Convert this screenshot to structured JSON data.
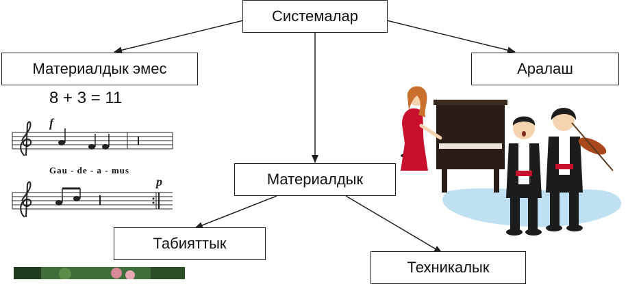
{
  "nodes": {
    "root": "Системалар",
    "non_material": "Материалдык эмес",
    "mixed": "Аралаш",
    "material": "Материалдык",
    "natural": "Табияттык",
    "technical": "Техникалык"
  },
  "example": {
    "equation": "8 + 3 = 11",
    "lyric": "Gau - de - a  -  mus",
    "dynamic_f": "f",
    "dynamic_p": "p"
  },
  "colors": {
    "line": "#222222",
    "dress": "#c8102e",
    "piano": "#2a1c16",
    "suit": "#1c1c1c",
    "water": "#bfe0f2",
    "skin": "#f6d3b0",
    "hair_girl": "#c9702e",
    "violin": "#a8481c",
    "photo_green": "#3f6e3a"
  }
}
